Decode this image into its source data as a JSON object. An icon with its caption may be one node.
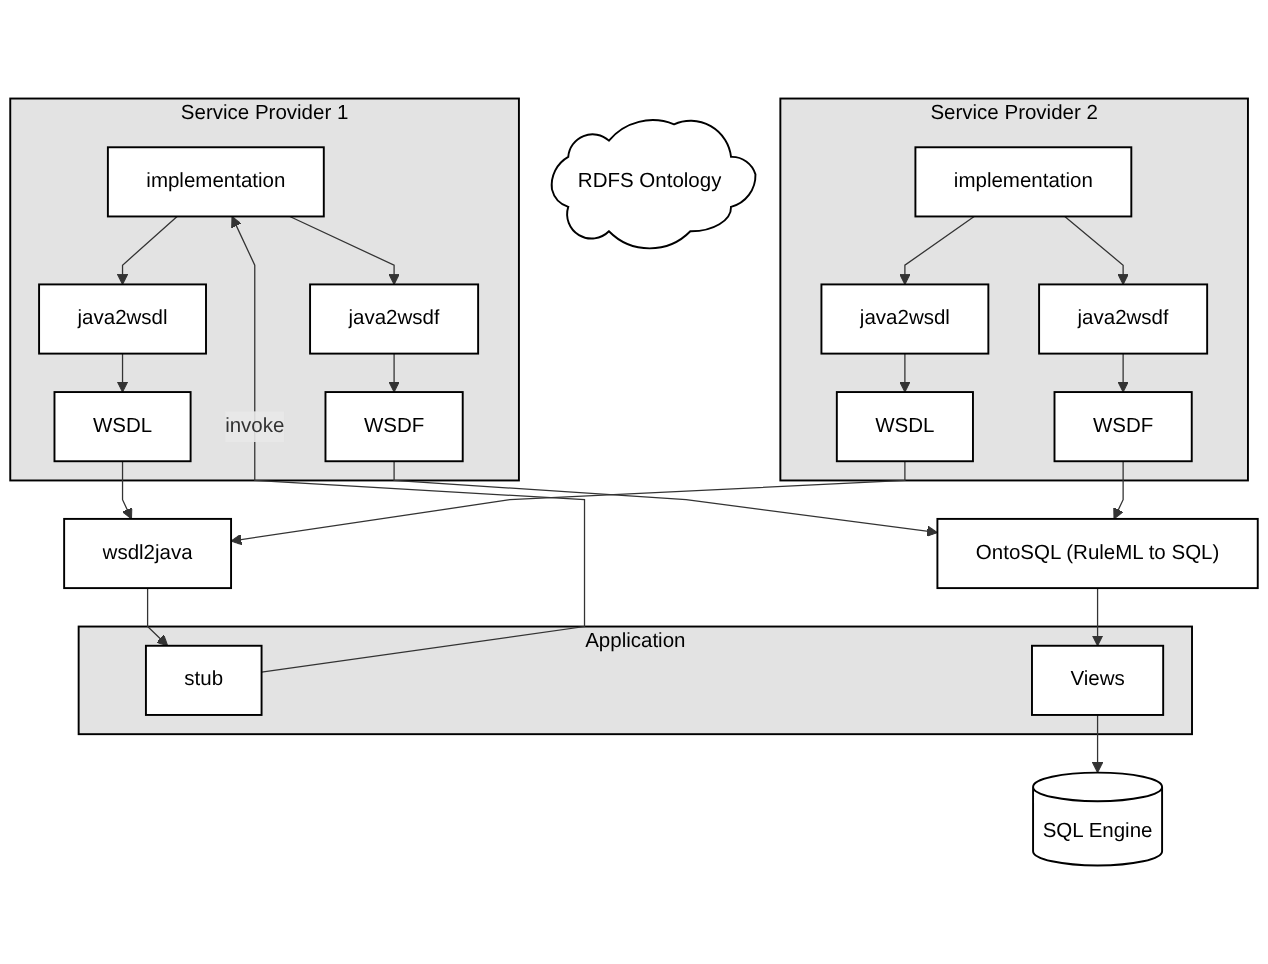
{
  "diagram": {
    "nodes": [
      {
        "text": [
          "Service Provider 1"
        ]
      },
      {
        "text": [
          "implementation"
        ],
        "in": 0
      },
      {
        "text": [
          "java2wsdl"
        ],
        "in": 0
      },
      {
        "text": [
          "java2wsdf"
        ],
        "in": 0
      },
      {
        "text": [
          "WSDL"
        ],
        "in": 0
      },
      {
        "text": [
          "WSDF"
        ],
        "in": 0
      },
      {
        "text": [
          "Service Provider 2"
        ]
      },
      {
        "text": [
          "implementation"
        ],
        "in": 6
      },
      {
        "text": [
          "java2wsdl"
        ],
        "in": 6
      },
      {
        "text": [
          "java2wsdf"
        ],
        "in": 6
      },
      {
        "text": [
          "WSDL"
        ],
        "in": 6
      },
      {
        "text": [
          "WSDF"
        ],
        "in": 6
      },
      {
        "text": [
          "RDFS Ontology"
        ]
      },
      {
        "text": [
          "wsdl2java"
        ]
      },
      {
        "text": [
          "OntoSQL (RuleML to SQL)"
        ]
      },
      {
        "text": [
          "Application"
        ]
      },
      {
        "text": [
          "stub"
        ],
        "in": 15
      },
      {
        "text": [
          "Views"
        ],
        "in": 15
      },
      {
        "text": [
          "SQL Engine"
        ]
      }
    ],
    "edges": [
      {
        "from": 1,
        "to": 2,
        "arrow": "to"
      },
      {
        "from": 1,
        "to": 3,
        "arrow": "to"
      },
      {
        "from": 2,
        "to": 4,
        "arrow": "to"
      },
      {
        "from": 3,
        "to": 5,
        "arrow": "to"
      },
      {
        "from": 7,
        "to": 8,
        "arrow": "to"
      },
      {
        "from": 7,
        "to": 9,
        "arrow": "to"
      },
      {
        "from": 8,
        "to": 10,
        "arrow": "to"
      },
      {
        "from": 9,
        "to": 11,
        "arrow": "to"
      },
      {
        "from": 4,
        "to": 13,
        "arrow": "to"
      },
      {
        "from": 10,
        "to": 13,
        "arrow": "to"
      },
      {
        "from": 5,
        "to": 14,
        "arrow": "to"
      },
      {
        "from": 11,
        "to": 14,
        "arrow": "to"
      },
      {
        "from": 13,
        "to": 16,
        "arrow": "to"
      },
      {
        "from": 14,
        "to": 17,
        "arrow": "to"
      },
      {
        "from": 17,
        "to": 18,
        "arrow": "to"
      },
      {
        "from": 16,
        "to": 1,
        "arrow": "to",
        "label": "invoke"
      }
    ]
  }
}
